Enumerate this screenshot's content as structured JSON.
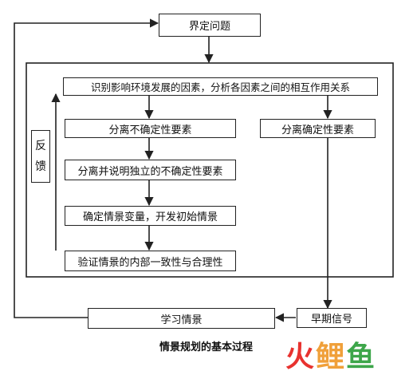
{
  "diagram": {
    "title": "情景规划的基本过程",
    "nodes": {
      "define_problem": "界定问题",
      "identify_factors": "识别影响环境发展的因素，分析各因素之间的相互作用关系",
      "separate_uncertain": "分离不确定性要素",
      "separate_certain": "分离确定性要素",
      "separate_independent": "分离并说明独立的不确定性要素",
      "determine_variables": "确定情景变量，开发初始情景",
      "verify_consistency": "验证情景的内部一致性与合理性",
      "learn_scenarios": "学习情景",
      "early_signals": "早期信号"
    },
    "feedback": [
      "反",
      "馈"
    ]
  },
  "watermark": {
    "chars": [
      "火",
      "鲤",
      "鱼"
    ],
    "colors": [
      "#e8322f",
      "#f0a03a",
      "#3da64a"
    ]
  }
}
